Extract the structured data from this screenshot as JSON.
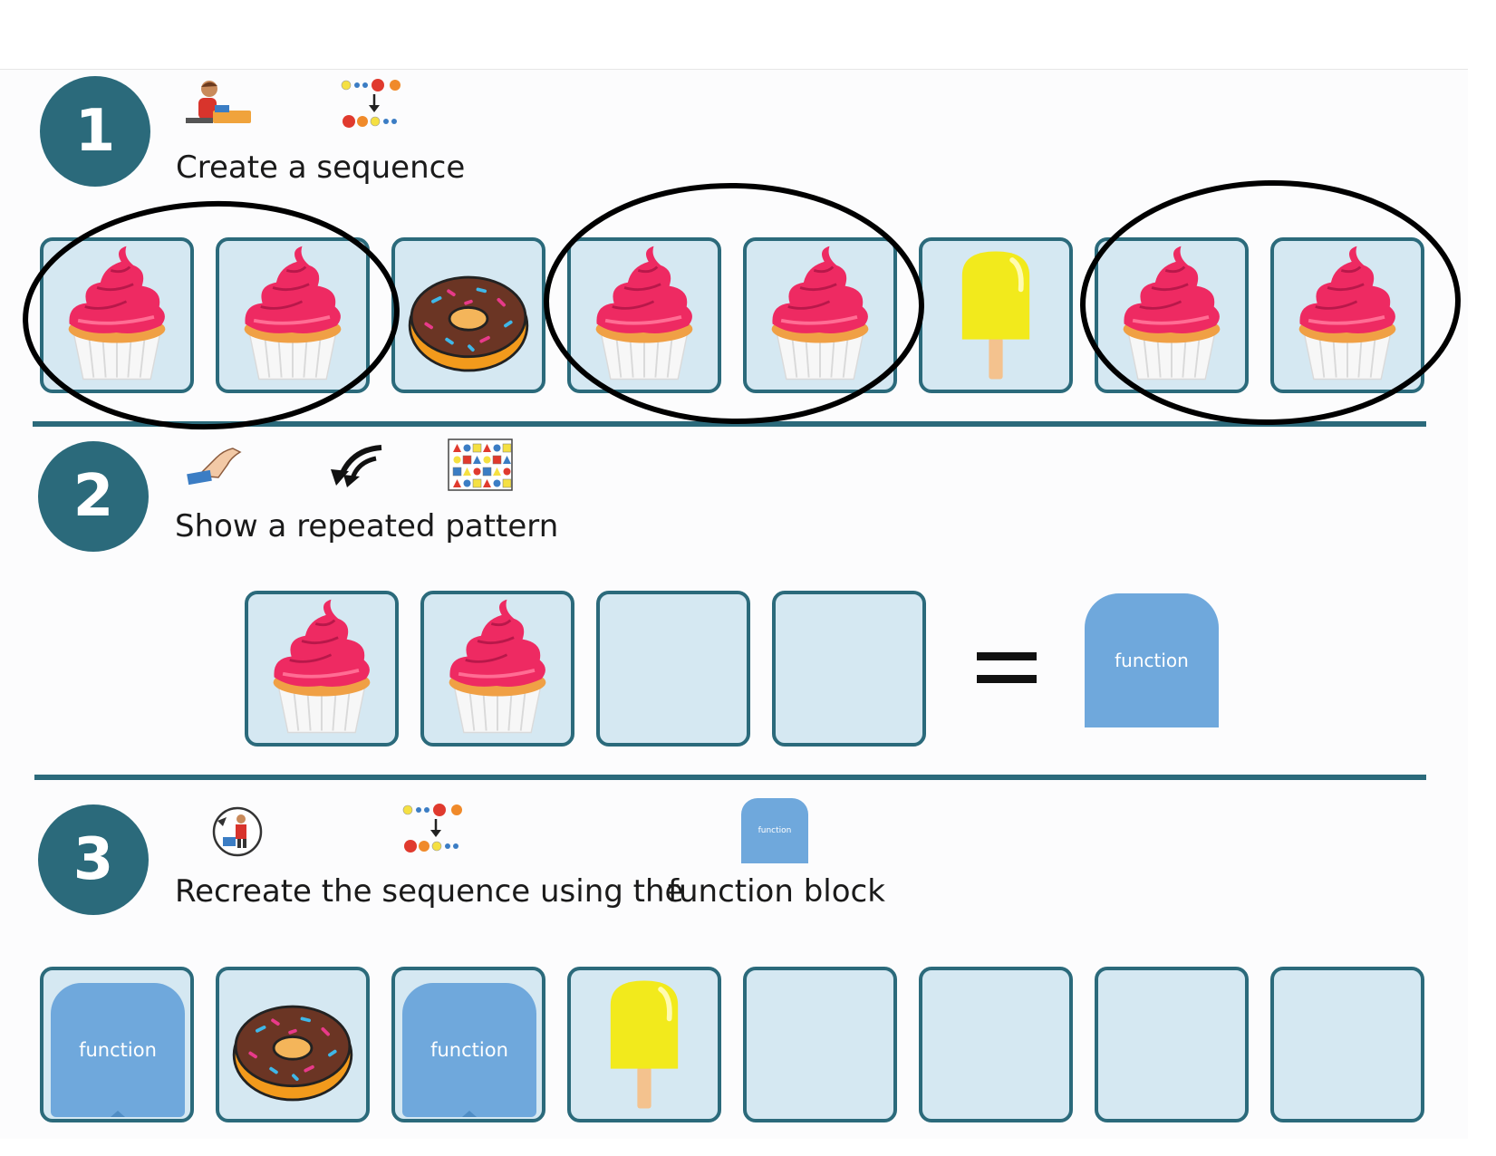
{
  "steps": [
    {
      "number": "1",
      "text": "Create a sequence"
    },
    {
      "number": "2",
      "text": "Show a repeated pattern"
    },
    {
      "number": "3",
      "text_part1": "Recreate the sequence using the",
      "text_part2": "function block"
    }
  ],
  "function_label": "function",
  "sequence_row": [
    "cupcake",
    "cupcake",
    "donut",
    "cupcake",
    "cupcake",
    "ice-lolly",
    "cupcake",
    "cupcake"
  ],
  "pattern_row": [
    "cupcake",
    "cupcake",
    "empty",
    "empty"
  ],
  "answer_row": [
    "function-block",
    "donut",
    "function-block",
    "ice-lolly",
    "empty",
    "empty",
    "empty",
    "empty"
  ],
  "colors": {
    "accent": "#2b6a7b",
    "tile_bg": "#d5e8f2",
    "function_block": "#6fa8dc"
  }
}
